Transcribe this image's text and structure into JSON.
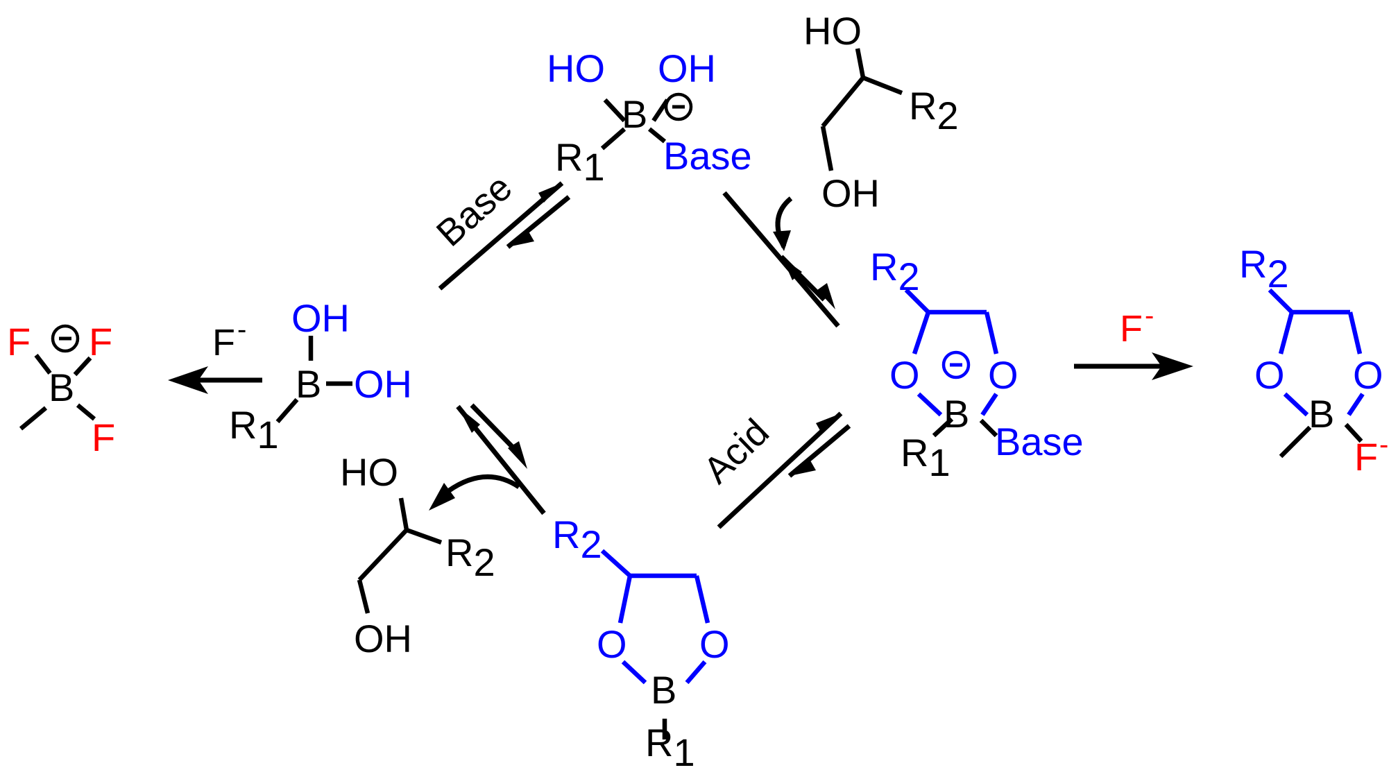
{
  "colors": {
    "black": "#000000",
    "blue": "#0000ff",
    "red": "#ff0000"
  },
  "atoms": {
    "B": "B",
    "O": "O",
    "OH": "OH",
    "HO": "HO",
    "F": "F",
    "R": "R",
    "Base": "Base"
  },
  "subscripts": {
    "one": "1",
    "two": "2"
  },
  "charges": {
    "minus": "-",
    "minus_circled": "⊖"
  },
  "reagents": {
    "base": "Base",
    "acid": "Acid",
    "fluoride": "F",
    "fluoride_charge": "-"
  }
}
